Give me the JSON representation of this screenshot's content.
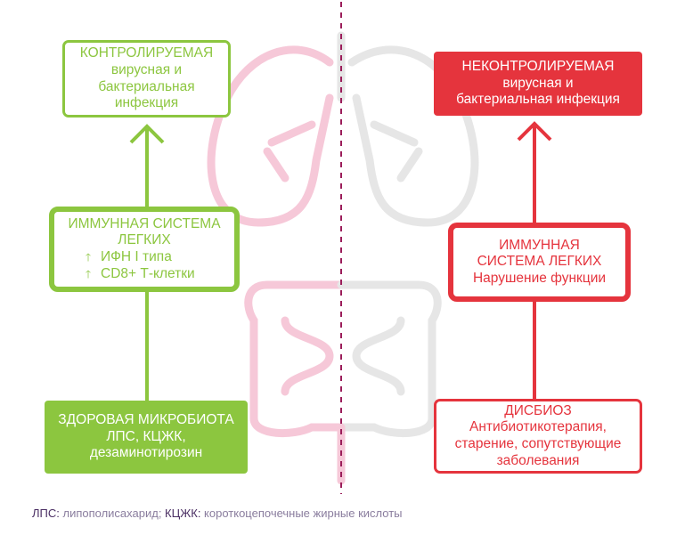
{
  "left": {
    "top_box": {
      "title": "КОНТРОЛИРУЕМАЯ",
      "line1": "вирусная и",
      "line2": "бактериальная",
      "line3": "инфекция"
    },
    "middle_box": {
      "title1": "ИММУННАЯ СИСТЕМА",
      "title2": "ЛЕГКИХ",
      "items": [
        {
          "icon": "arrow-up-icon",
          "text": "ИФН I типа"
        },
        {
          "icon": "arrow-up-icon",
          "text": "CD8+ Т-клетки"
        }
      ]
    },
    "bottom_box": {
      "title": "ЗДОРОВАЯ МИКРОБИОТА",
      "line1": "ЛПС, КЦЖК,",
      "line2": "дезаминотирозин"
    }
  },
  "right": {
    "top_box": {
      "title": "НЕКОНТРОЛИРУЕМАЯ",
      "line1": "вирусная и",
      "line2": "бактериальная инфекция"
    },
    "middle_box": {
      "title1": "ИММУННАЯ",
      "title2": "СИСТЕМА ЛЕГКИХ",
      "line": "Нарушение функции"
    },
    "bottom_box": {
      "title": "ДИСБИОЗ",
      "line1": "Антибиотикотерапия,",
      "line2": "старение, сопутствующие",
      "line3": "заболевания"
    }
  },
  "footnote": {
    "abbr1": "ЛПС:",
    "def1": " липополисахарид;",
    "abbr2": " КЦЖК:",
    "def2": " короткоцепочечные жирные кислоты"
  },
  "colors": {
    "green": "#8cc63f",
    "red": "#e5343d",
    "divider": "#9b1d5a"
  }
}
